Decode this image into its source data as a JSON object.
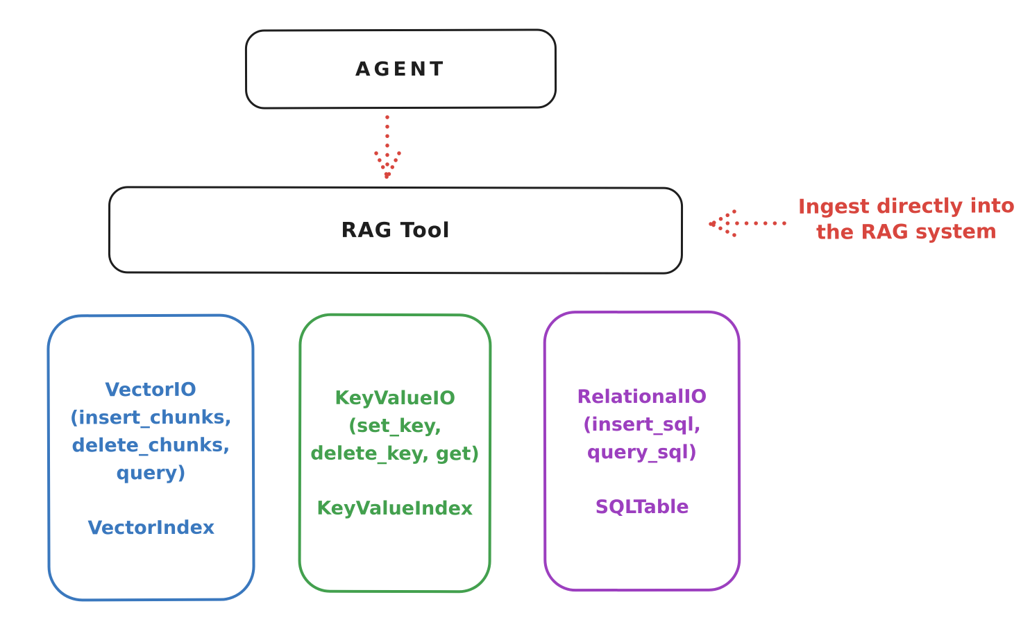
{
  "diagram": {
    "title_hint": "RAG Tool architecture sketch",
    "colors": {
      "ink": "#1e1e1e",
      "red": "#d8463e",
      "blue": "#3a78be",
      "green": "#43a04e",
      "purple": "#9c3fbf",
      "background": "#ffffff"
    },
    "nodes": {
      "agent": {
        "label": "AGENT"
      },
      "rag_tool": {
        "label": "RAG Tool"
      },
      "vector": {
        "lines": [
          "VectorIO",
          "(insert_chunks,",
          "delete_chunks,",
          "query)"
        ],
        "index_label": "VectorIndex"
      },
      "keyvalue": {
        "lines": [
          "KeyValueIO",
          "(set_key,",
          "delete_key, get)"
        ],
        "index_label": "KeyValueIndex"
      },
      "relational": {
        "lines": [
          "RelationalIO",
          "(insert_sql,",
          "query_sql)"
        ],
        "index_label": "SQLTable"
      }
    },
    "annotation": {
      "line1": "Ingest directly into",
      "line2": "the RAG system"
    },
    "arrows": {
      "agent_to_rag": "dotted red arrow from AGENT down to RAG Tool",
      "ingest_to_rag": "dotted red arrow from annotation left to RAG Tool"
    }
  }
}
